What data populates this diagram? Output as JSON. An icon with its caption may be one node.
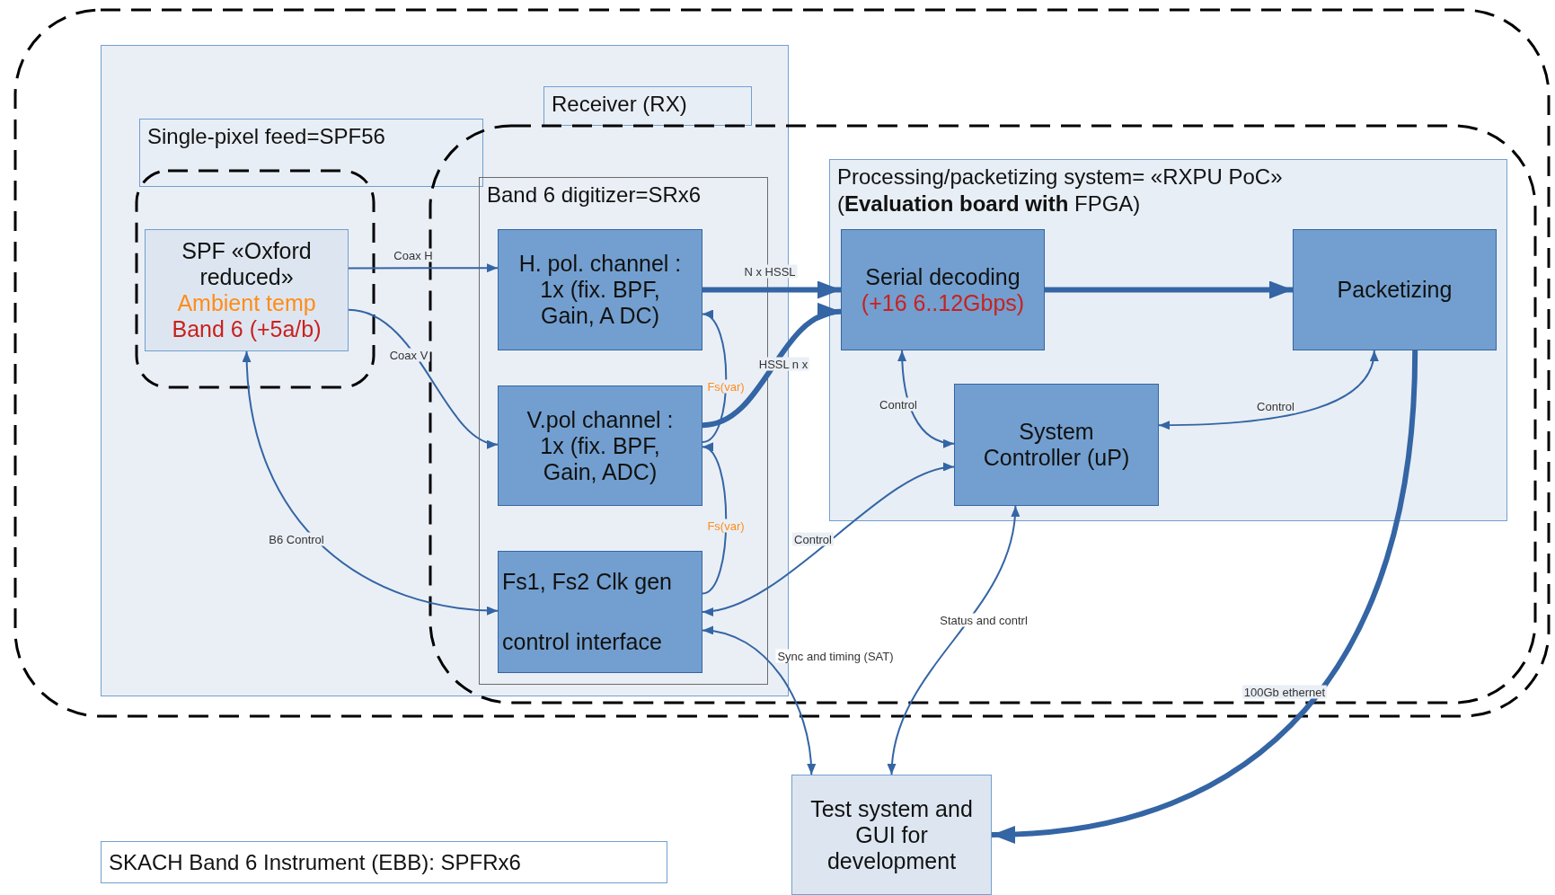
{
  "diagram": {
    "nodes": [
      {
        "text": [],
        "shape": "box"
      },
      {
        "text": [
          "Single-pixel feed=SPF56"
        ],
        "in": 0
      },
      {
        "text": [
          "Receiver (RX)"
        ],
        "in": 0
      },
      {
        "text": [
          "SPF «Oxford reduced»",
          "Ambient temp",
          "Band 6 (+5a/b)"
        ],
        "in": 0
      },
      {
        "text": [
          "Band 6 digitizer=SRx6"
        ],
        "in": 0
      },
      {
        "text": [
          "H. pol. channel :",
          "1x (fix. BPF, Gain, A DC)"
        ],
        "in": 4
      },
      {
        "text": [
          "V.pol channel :",
          "1x (fix. BPF, Gain, ADC)"
        ],
        "in": 4
      },
      {
        "text": [
          "Fs1, Fs2 Clk gen",
          "control interface"
        ],
        "in": 4
      },
      {
        "text": [
          "Processing/packetizing system= «RXPU PoC»",
          "(**Evaluation board with** FPGA)"
        ]
      },
      {
        "text": [
          "Serial decoding",
          "(+16 6..12Gbps)"
        ],
        "in": 8
      },
      {
        "text": [
          "Packetizing"
        ],
        "in": 8
      },
      {
        "text": [
          "System Controller (uP)"
        ],
        "in": 8
      },
      {
        "text": [
          "Test system and GUI for development"
        ]
      },
      {
        "text": [
          "SKACH Band 6 Instrument (EBB): SPFRx6"
        ]
      }
    ],
    "edges": [
      {
        "from": 3,
        "to": 5,
        "arrow": "to",
        "label": "Coax H"
      },
      {
        "from": 3,
        "to": 6,
        "arrow": "to",
        "label": "Coax V"
      },
      {
        "from": 5,
        "to": 9,
        "arrow": "to",
        "label": "N x HSSL",
        "style": "thick"
      },
      {
        "from": 6,
        "to": 9,
        "arrow": "to",
        "label": "HSSL n x",
        "style": "thick"
      },
      {
        "from": 6,
        "to": 5,
        "arrow": "to",
        "label": "Fs(var)"
      },
      {
        "from": 7,
        "to": 6,
        "arrow": "to",
        "label": "Fs(var)"
      },
      {
        "from": 3,
        "to": 7,
        "arrow": "both",
        "label": "B6 Control"
      },
      {
        "from": 9,
        "to": 11,
        "arrow": "both",
        "label": "Control"
      },
      {
        "from": 11,
        "to": 10,
        "arrow": "both",
        "label": "Control"
      },
      {
        "from": 11,
        "to": 7,
        "arrow": "both",
        "label": "Control"
      },
      {
        "from": 7,
        "to": 12,
        "arrow": "both",
        "label": "Sync and timing (SAT)"
      },
      {
        "from": 11,
        "to": 12,
        "arrow": "both",
        "label": "Status and contrl"
      },
      {
        "from": 9,
        "to": 10,
        "arrow": "to",
        "style": "thick"
      },
      {
        "from": 10,
        "to": 12,
        "arrow": "to",
        "label": "100Gb ethernet",
        "style": "thick"
      }
    ]
  }
}
